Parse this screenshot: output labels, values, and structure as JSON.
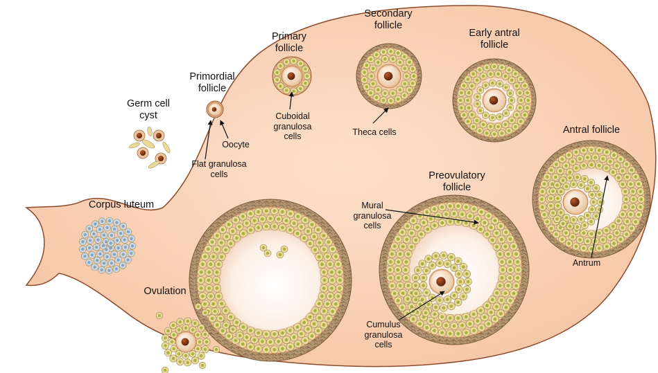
{
  "labels": {
    "germ_cell_cyst": [
      "Germ cell",
      "cyst"
    ],
    "primordial_follicle": [
      "Primordial",
      "follicle"
    ],
    "oocyte": [
      "Oocyte"
    ],
    "flat_granulosa": [
      "Flat granulosa",
      "cells"
    ],
    "primary_follicle": [
      "Primary",
      "follicle"
    ],
    "cuboidal_granulosa": [
      "Cuboidal",
      "granulosa",
      "cells"
    ],
    "secondary_follicle": [
      "Secondary",
      "follicle"
    ],
    "theca_cells": [
      "Theca cells"
    ],
    "early_antral_follicle": [
      "Early antral",
      "follicle"
    ],
    "antral_follicle": [
      "Antral follicle"
    ],
    "antrum": [
      "Antrum"
    ],
    "preovulatory_follicle": [
      "Preovulatory",
      "follicle"
    ],
    "mural_granulosa": [
      "Mural",
      "granulosa",
      "cells"
    ],
    "cumulus_granulosa": [
      "Cumulus",
      "granulosa",
      "cells"
    ],
    "corpus_luteum": [
      "Corpus luteum"
    ],
    "ovulation": [
      "Ovulation"
    ]
  },
  "colors": {
    "ovary_fill": "#f9d1b6",
    "ovary_outline": "#8a4a2c",
    "granulosa_cell": "#ead99a",
    "granulosa_nucleus": "#a7b03c",
    "theca": "#b59a78",
    "oocyte_outer": "#f3d7b8",
    "oocyte_nucleus": "#7a3312",
    "antrum": "#fff4ec",
    "luteal_cell": "#c9d9e8"
  }
}
